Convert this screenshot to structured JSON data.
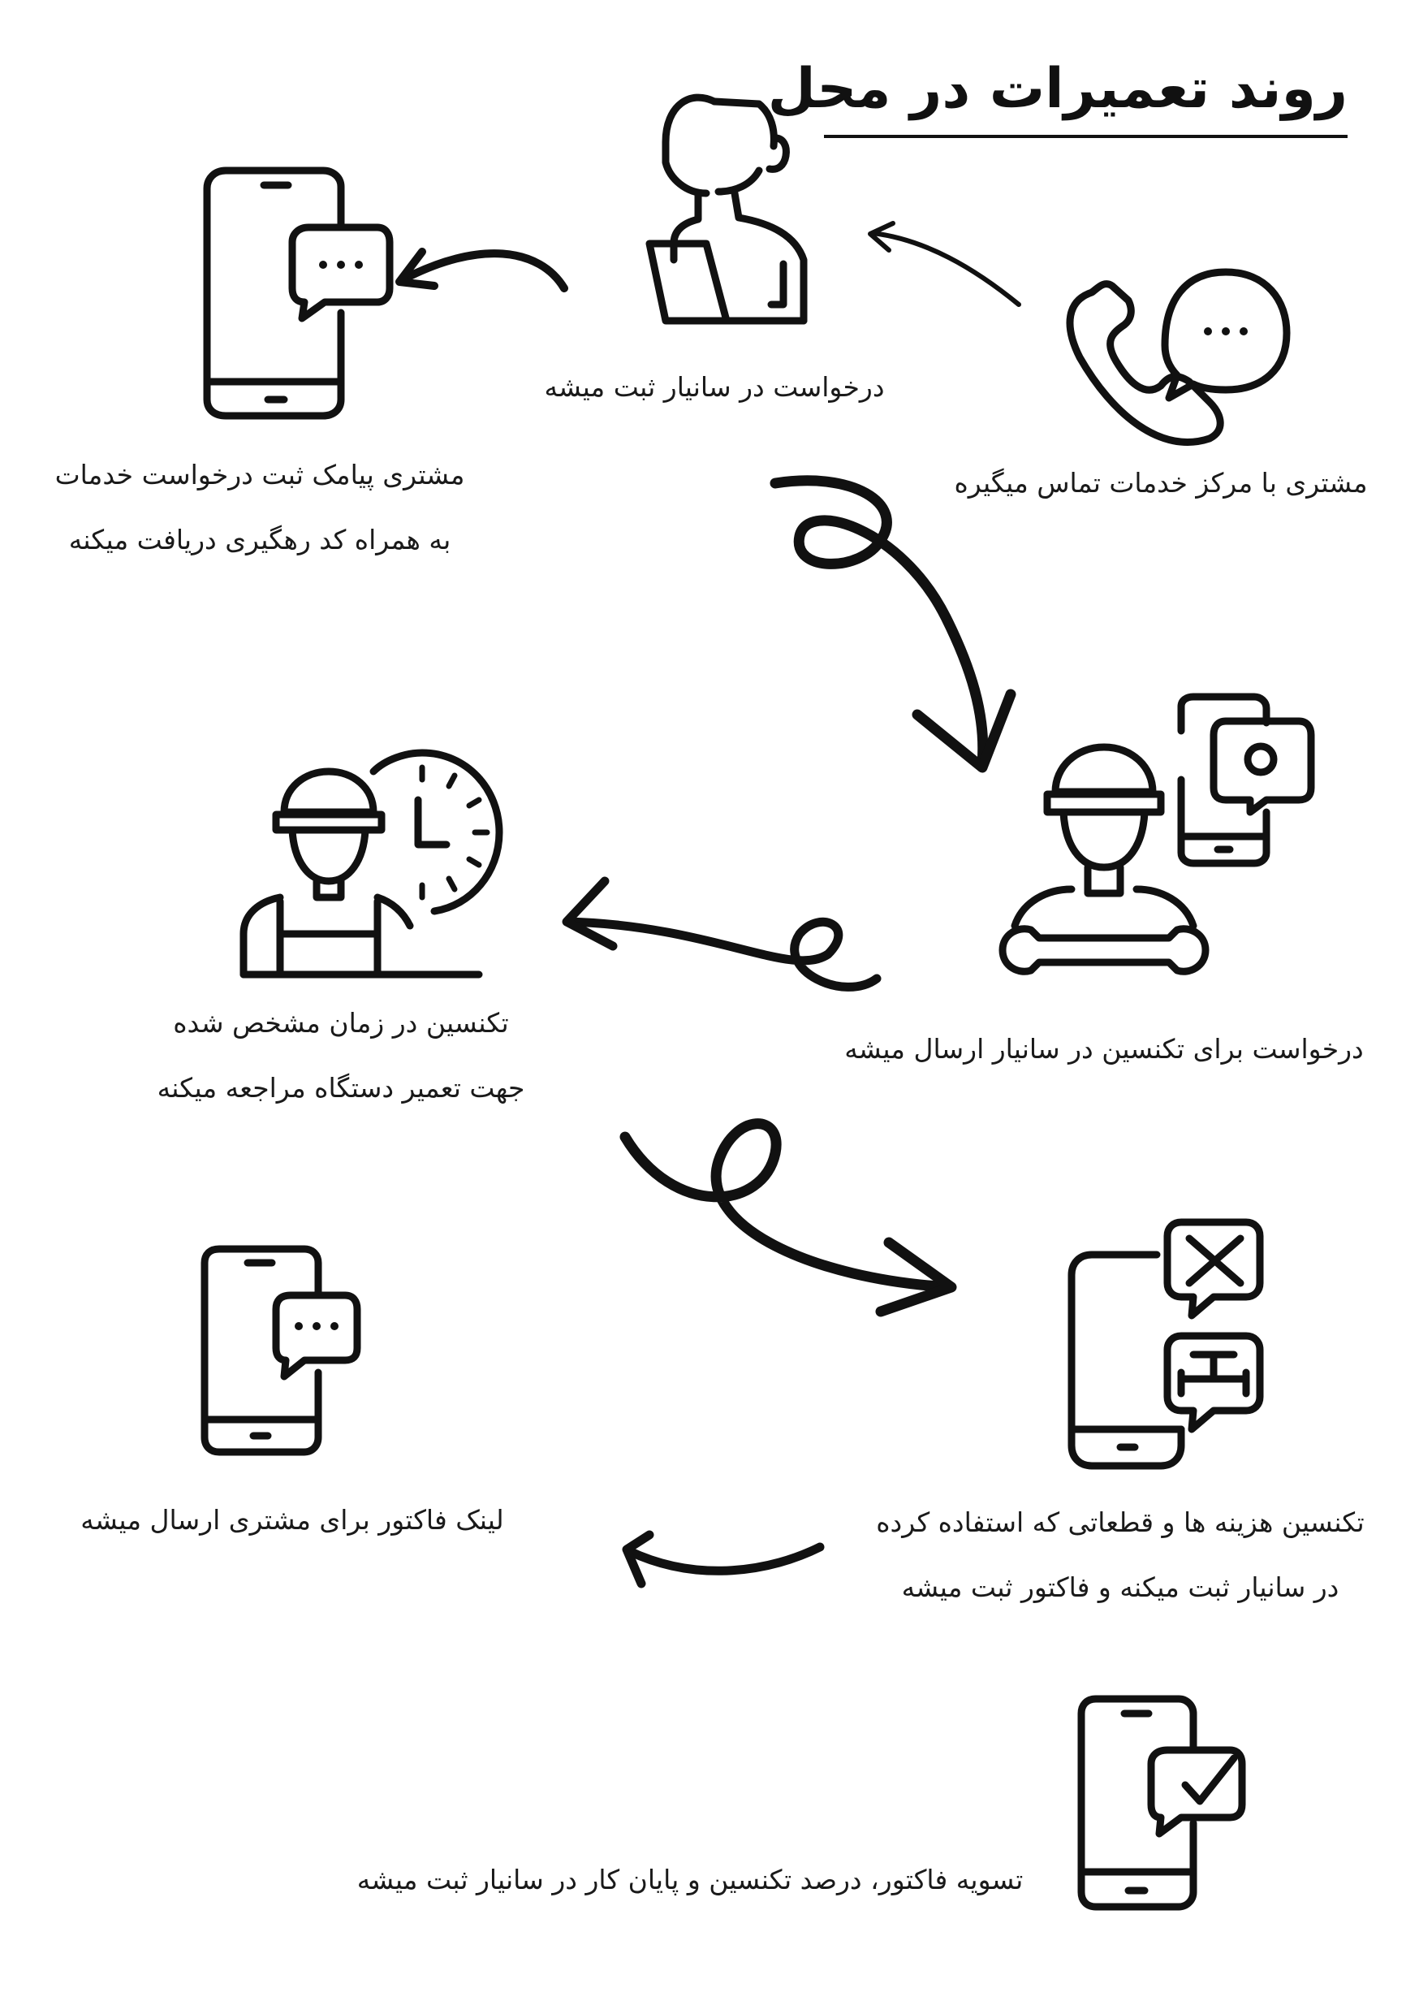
{
  "title": "روند تعمیرات در محل",
  "steps": [
    {
      "icon": "phone-chat-icon",
      "lines": [
        "مشتری با مرکز خدمات تماس میگیره"
      ]
    },
    {
      "icon": "operator-laptop-icon",
      "lines": [
        "درخواست در سانیار ثبت میشه"
      ]
    },
    {
      "icon": "smartphone-message-icon",
      "lines": [
        "مشتری پیامک ثبت درخواست خدمات",
        "به همراه کد رهگیری دریافت میکنه"
      ]
    },
    {
      "icon": "technician-phone-icon",
      "lines": [
        "درخواست برای تکنسین در سانیار  ارسال میشه"
      ]
    },
    {
      "icon": "technician-clock-icon",
      "lines": [
        "تکنسین در زمان مشخص شده",
        "جهت تعمیر دستگاه مراجعه میکنه"
      ]
    },
    {
      "icon": "phone-tools-parts-icon",
      "lines": [
        "تکنسین هزینه ها و قطعاتی که استفاده کرده",
        "در سانیار ثبت میکنه و فاکتور ثبت میشه"
      ]
    },
    {
      "icon": "smartphone-message-icon",
      "lines": [
        "لینک فاکتور برای مشتری ارسال میشه"
      ]
    },
    {
      "icon": "smartphone-check-icon",
      "lines": [
        "تسویه فاکتور، درصد تکنسین و پایان کار در سانیار ثبت میشه"
      ]
    }
  ],
  "colors": {
    "ink": "#111111",
    "background": "#ffffff"
  }
}
